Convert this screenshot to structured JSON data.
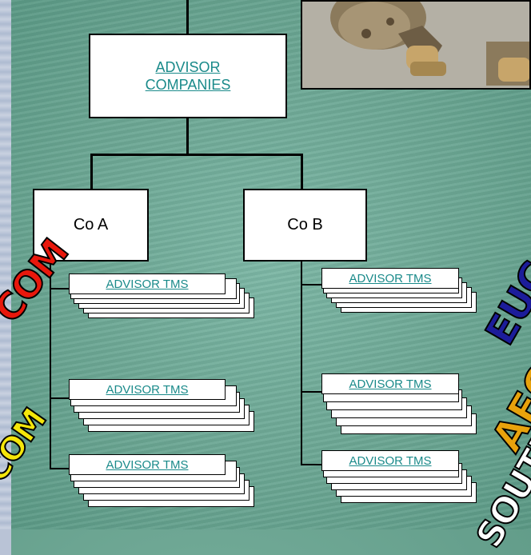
{
  "top_box": {
    "label_line1": "ADVISOR",
    "label_line2": "COMPANIES"
  },
  "companies": [
    {
      "label": "Co A"
    },
    {
      "label": "Co B"
    }
  ],
  "team_stacks": {
    "label": "ADVISOR TMS"
  },
  "wordart": {
    "left_red": "COM",
    "left_yellow": "COM",
    "right_blue": "EUCO",
    "right_orange": "AFCO",
    "right_bottom": "SOUTH"
  },
  "colors": {
    "link": "#1a8a8a",
    "background_sea": "#6ea794",
    "wordart_red": "#e8180c",
    "wordart_yellow": "#f5e60a",
    "wordart_blue": "#1c1c9a",
    "wordart_orange": "#e8a20c"
  }
}
